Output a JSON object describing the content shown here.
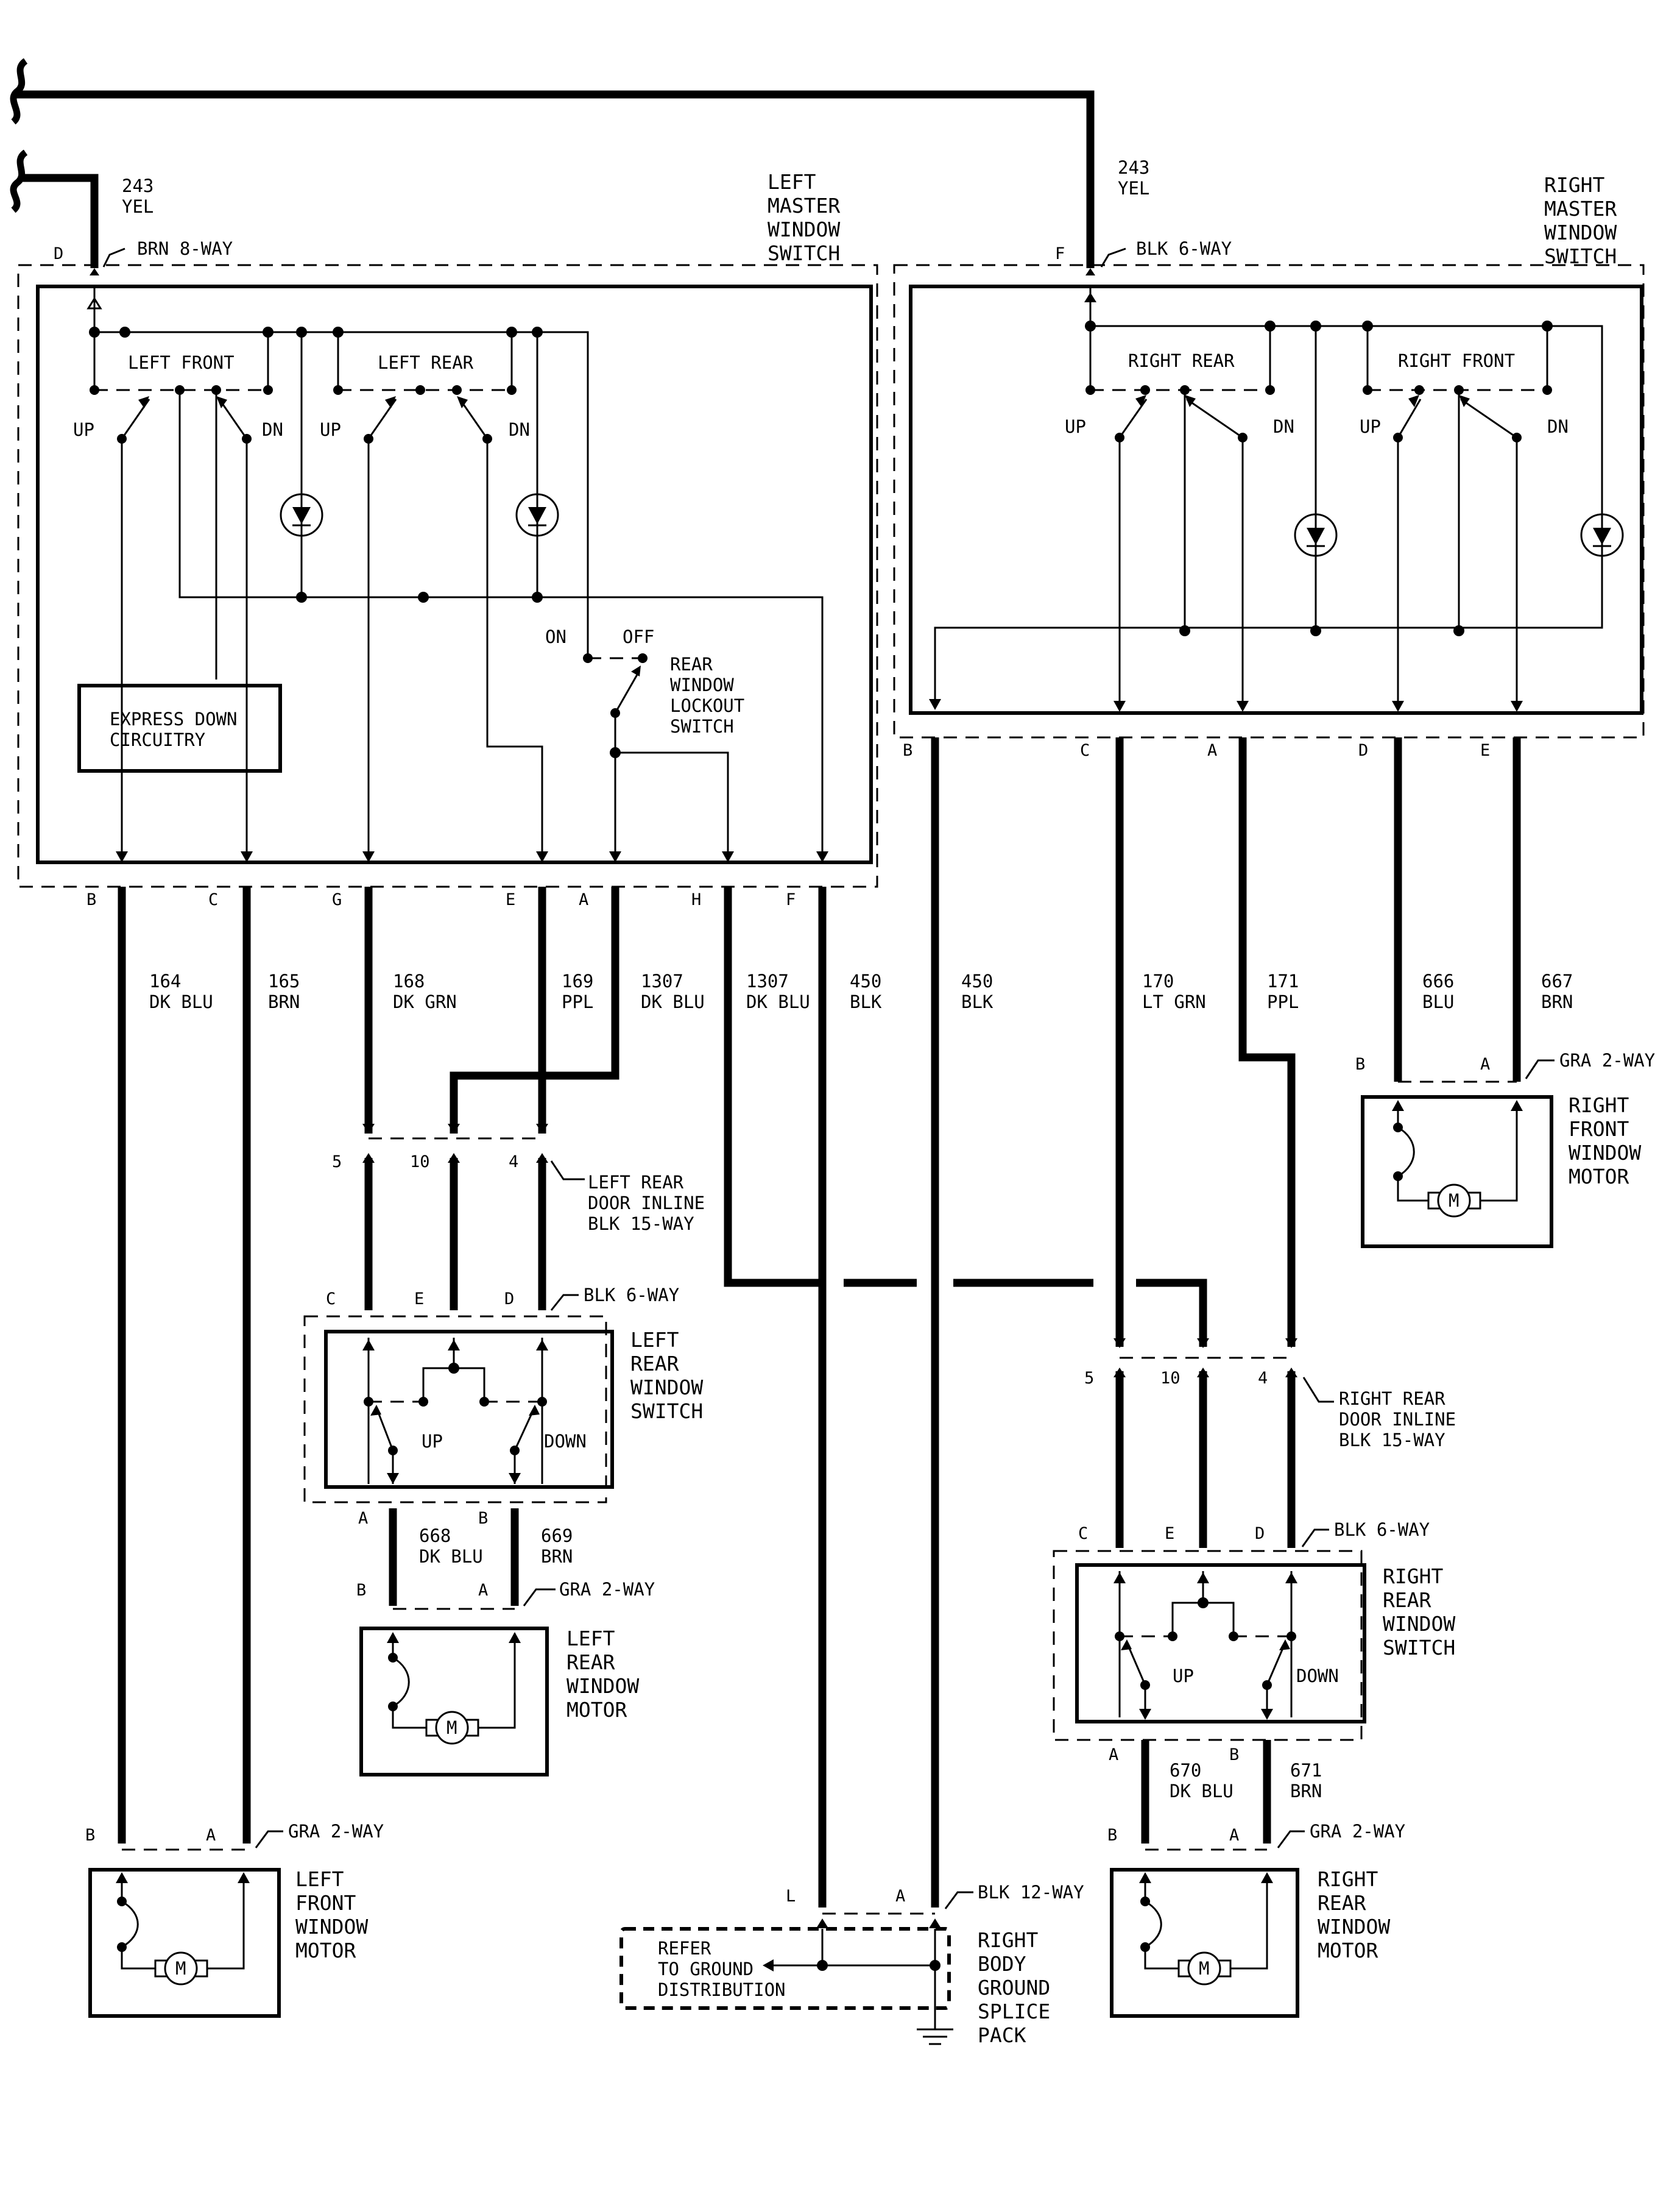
{
  "components": {
    "left_master_switch": "LEFT\nMASTER\nWINDOW\nSWITCH",
    "right_master_switch": "RIGHT\nMASTER\nWINDOW\nSWITCH",
    "left_rear_window_switch": "LEFT\nREAR\nWINDOW\nSWITCH",
    "right_rear_window_switch": "RIGHT\nREAR\nWINDOW\nSWITCH",
    "left_rear_window_motor": "LEFT\nREAR\nWINDOW\nMOTOR",
    "left_front_window_motor": "LEFT\nFRONT\nWINDOW\nMOTOR",
    "right_front_window_motor": "RIGHT\nFRONT\nWINDOW\nMOTOR",
    "right_rear_window_motor": "RIGHT\nREAR\nWINDOW\nMOTOR",
    "right_body_ground_splice_pack": "RIGHT\nBODY\nGROUND\nSPLICE\nPACK",
    "express_down": "EXPRESS DOWN\nCIRCUITRY",
    "rear_window_lockout": "REAR\nWINDOW\nLOCKOUT\nSWITCH",
    "refer_ground": "REFER\nTO GROUND\nDISTRIBUTION",
    "motor_symbol": "M"
  },
  "switch_labels": {
    "left_front": "LEFT FRONT",
    "left_rear": "LEFT REAR",
    "right_rear": "RIGHT REAR",
    "right_front": "RIGHT FRONT",
    "up": "UP",
    "dn": "DN",
    "up_full": "UP",
    "down_full": "DOWN",
    "on": "ON",
    "off": "OFF"
  },
  "connectors": {
    "brn_8way": "BRN 8-WAY",
    "blk_6way": "BLK 6-WAY",
    "gra_2way": "GRA 2-WAY",
    "blk_12way": "BLK 12-WAY",
    "left_rear_inline": "LEFT REAR\nDOOR INLINE\nBLK 15-WAY",
    "right_rear_inline": "RIGHT REAR\nDOOR INLINE\nBLK 15-WAY"
  },
  "pins": {
    "A": "A",
    "B": "B",
    "C": "C",
    "D": "D",
    "E": "E",
    "F": "F",
    "G": "G",
    "H": "H",
    "L": "L",
    "p5": "5",
    "p10": "10",
    "p4": "4"
  },
  "wires": {
    "w243_left": "243\nYEL",
    "w243_right": "243\nYEL",
    "w164": "164\nDK BLU",
    "w165": "165\nBRN",
    "w168": "168\nDK GRN",
    "w169": "169\nPPL",
    "w1307a": "1307\nDK BLU",
    "w1307b": "1307\nDK BLU",
    "w450a": "450\nBLK",
    "w450b": "450\nBLK",
    "w170": "170\nLT GRN",
    "w171": "171\nPPL",
    "w666": "666\nBLU",
    "w667": "667\nBRN",
    "w668": "668\nDK BLU",
    "w669": "669\nBRN",
    "w670": "670\nDK BLU",
    "w671": "671\nBRN"
  }
}
